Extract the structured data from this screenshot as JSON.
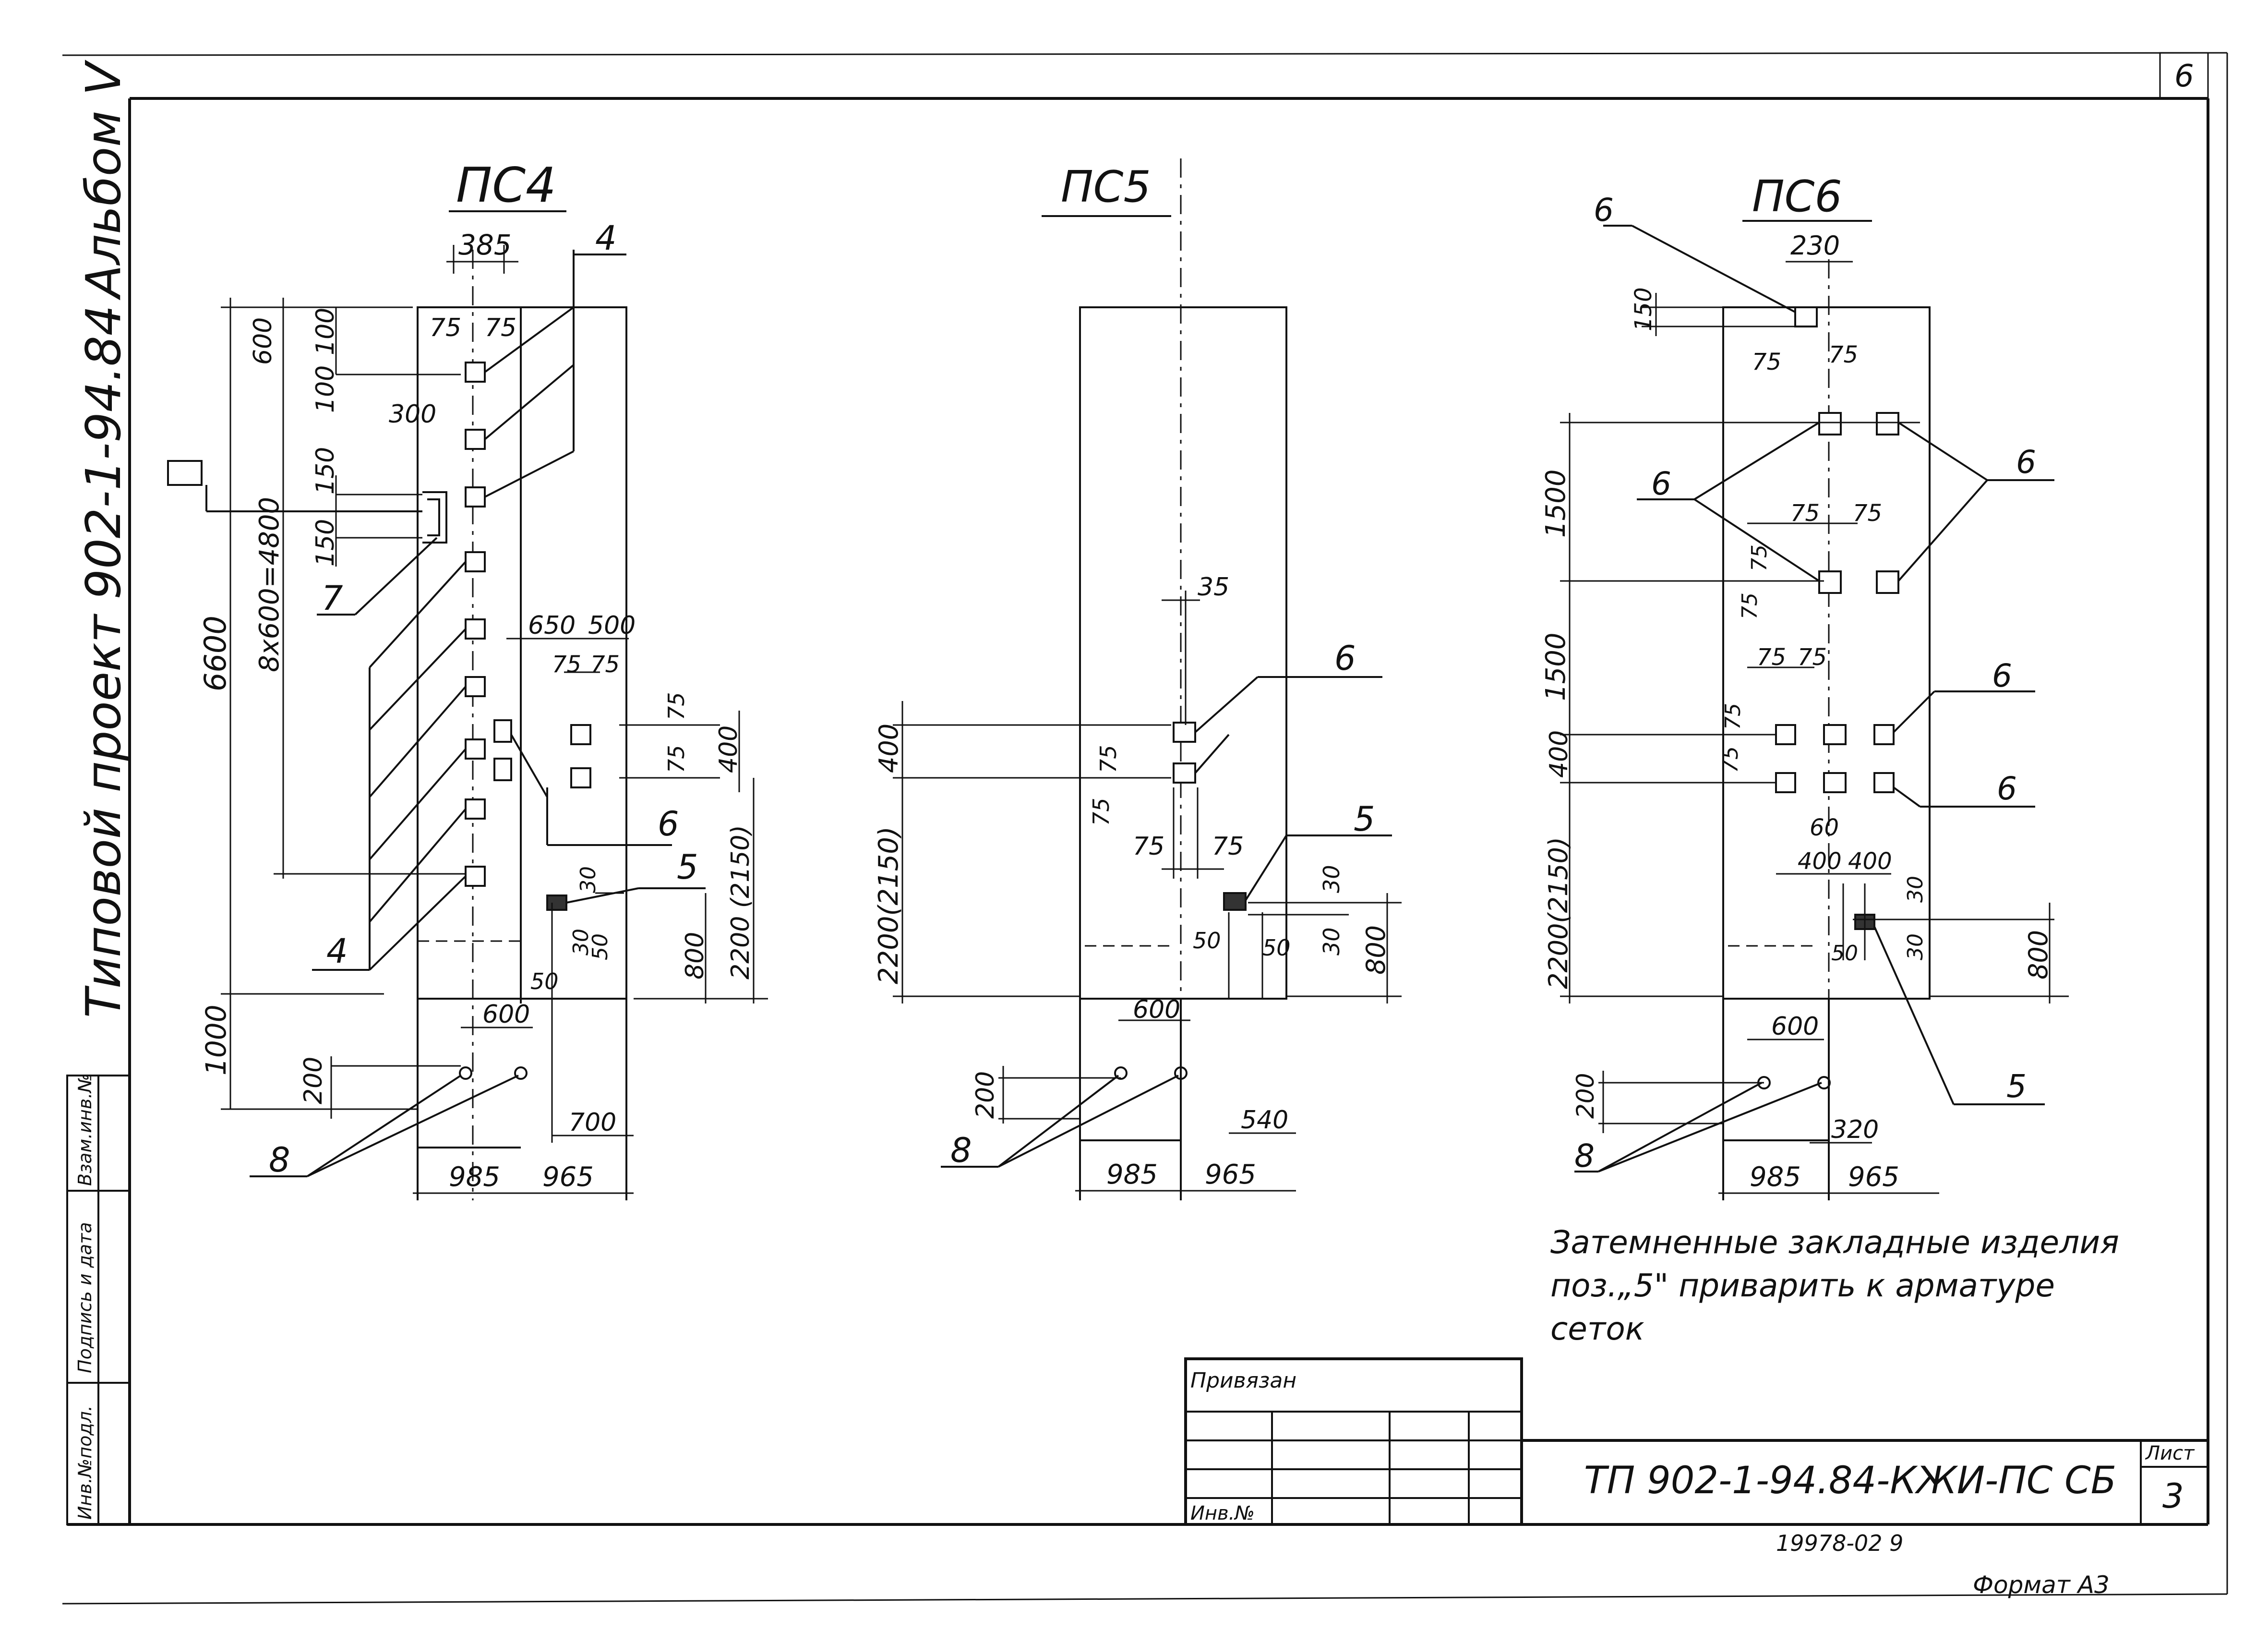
{
  "sheet_corner_number": "6",
  "side_title": {
    "album": "Альбом V",
    "project": "Типовой проект 902-1-94.84"
  },
  "left_strip": {
    "labels": [
      "Инв.№подл.",
      "Подпись и дата",
      "Взам.инв.№"
    ]
  },
  "panels": {
    "ps4": {
      "title": "ПС4",
      "dims": {
        "top_offset": "385",
        "d600": "600",
        "d100a": "100",
        "d100b": "100",
        "d75a": "75",
        "d75b": "75",
        "d300": "300",
        "d150a": "150",
        "d150b": "150",
        "d4800": "8x600=4800",
        "d6600": "6600",
        "d650": "650",
        "d500": "500",
        "d75c": "75",
        "d75d": "75",
        "d75e": "75",
        "d75f": "75",
        "d400": "400",
        "d30a": "30",
        "d30b": "30",
        "d50a": "50",
        "d50b": "50",
        "d800": "800",
        "d2200": "2200 (2150)",
        "d1000": "1000",
        "d200": "200",
        "d600b": "600",
        "d700": "700",
        "d985": "985",
        "d965": "965"
      },
      "callouts": {
        "c4top": "4",
        "c7": "7",
        "c6": "6",
        "c5": "5",
        "c4bot": "4",
        "c8": "8"
      }
    },
    "ps5": {
      "title": "ПС5",
      "dims": {
        "d35": "35",
        "d400": "400",
        "d2200": "2200(2150)",
        "d75a": "75",
        "d75b": "75",
        "d75c": "75",
        "d75d": "75",
        "d30a": "30",
        "d30b": "30",
        "d50a": "50",
        "d50b": "50",
        "d800": "800",
        "d600": "600",
        "d200": "200",
        "d540": "540",
        "d985": "985",
        "d965": "965"
      },
      "callouts": {
        "c6": "6",
        "c5": "5",
        "c8": "8"
      }
    },
    "ps6": {
      "title": "ПС6",
      "dims": {
        "d230": "230",
        "d150": "150",
        "d75a": "75",
        "d75b": "75",
        "d1500a": "1500",
        "d75c": "75",
        "d75d": "75",
        "d75e": "75",
        "d75f": "75",
        "d1500b": "1500",
        "d75g": "75",
        "d75h": "75",
        "d75i": "75",
        "d75j": "75",
        "d400": "400",
        "d60": "60",
        "d400a": "400",
        "d400b": "400",
        "d30a": "30",
        "d30b": "30",
        "d50": "50",
        "d2200": "2200(2150)",
        "d800": "800",
        "d600": "600",
        "d200": "200",
        "d320": "320",
        "d985": "985",
        "d965": "965"
      },
      "callouts": {
        "c6top": "6",
        "c6left": "6",
        "c6right": "6",
        "c6mid": "6",
        "c6low": "6",
        "c5": "5",
        "c8": "8"
      }
    }
  },
  "note": {
    "line1": "Затемненные закладные изделия",
    "line2": "поз.„5\" приварить к арматуре",
    "line3": "сеток"
  },
  "title_block": {
    "privyazan": "Привязан",
    "inv_no": "Инв.№",
    "designation": "ТП 902-1-94.84-КЖИ-ПС СБ",
    "sheet_label": "Лист",
    "sheet_number": "3",
    "archive_number": "19978-02 9",
    "format": "Формат А3"
  }
}
